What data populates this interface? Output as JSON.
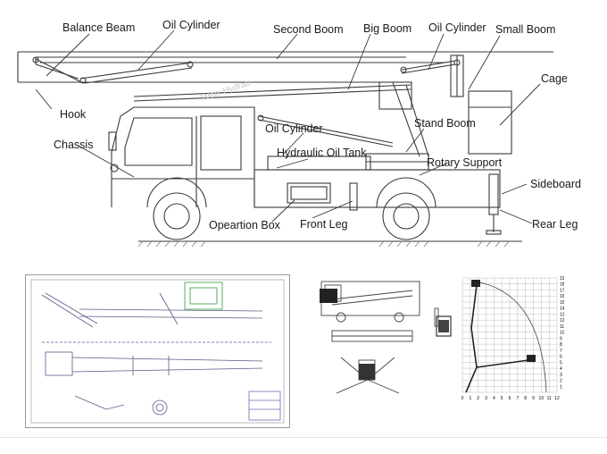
{
  "diagram": {
    "labels": {
      "balance_beam": "Balance Beam",
      "oil_cylinder_top": "Oil Cylinder",
      "second_boom": "Second Boom",
      "big_boom": "Big Boom",
      "oil_cylinder_right": "Oil Cylinder",
      "small_boom": "Small Boom",
      "cage": "Cage",
      "hook": "Hook",
      "stand_boom": "Stand Boom",
      "chassis": "Chassis",
      "oil_cylinder_mid": "Oil Cylinder",
      "hydraulic_oil_tank": "Hydraulic Oil Tank",
      "rotary_support": "Rotary Support",
      "sideboard": "Sideboard",
      "operation_box": "Opeartion Box",
      "front_leg": "Front Leg",
      "rear_leg": "Rear Leg"
    },
    "watermark": "Weix Hydrau",
    "reach_chart": {
      "x_ticks": [
        "0",
        "1",
        "2",
        "3",
        "4",
        "5",
        "6",
        "7",
        "8",
        "9",
        "10",
        "11",
        "12"
      ],
      "y_ticks": [
        "1",
        "2",
        "3",
        "4",
        "5",
        "6",
        "7",
        "8",
        "9",
        "10",
        "11",
        "12",
        "13",
        "14",
        "15",
        "16",
        "17",
        "18",
        "19"
      ]
    }
  },
  "colors": {
    "line": "#3a3a3a",
    "accent_green": "#2e9a3c",
    "panel_border": "#9a9a9a"
  }
}
